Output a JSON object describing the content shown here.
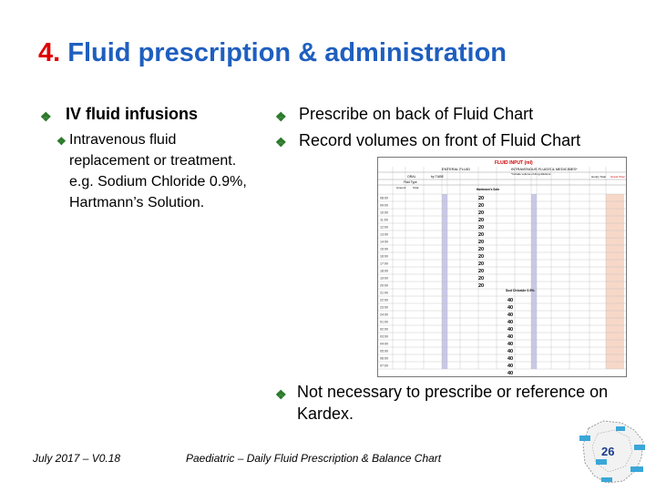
{
  "title": {
    "number": "4.",
    "text": "Fluid prescription & administration"
  },
  "left": {
    "heading": "IV fluid infusions",
    "sub_line1": "Intravenous fluid",
    "sub_line2": "replacement or treatment.",
    "sub_line3": "e.g. Sodium Chloride 0.9%,",
    "sub_line4": "Hartmann’s Solution."
  },
  "right": {
    "b1": "Prescribe on back of Fluid Chart",
    "b2": "Record volumes on front of Fluid Chart",
    "b3_line1": "Not necessary to prescribe or reference on",
    "b3_line2": "Kardex."
  },
  "chart": {
    "title": "FLUID INPUT (ml)",
    "enteral": "ENTERAL FLUID",
    "iv": "INTRAVENOUS FLUIDS & MEDICINES*",
    "iv_sub": "*Include volume of drug dilutions",
    "oral": "ORAL",
    "tube": "by TUBE",
    "fluid_type": "Fluid Type",
    "amount": "Amount",
    "total": "Total",
    "hourly": "Hourly Total",
    "grand": "Grand Total",
    "times": [
      "08:00",
      "09:00",
      "10:00",
      "11:00",
      "12:00",
      "13:00",
      "14:00",
      "15:00",
      "16:00",
      "17:00",
      "18:00",
      "19:00",
      "20:00",
      "21:00",
      "22:00",
      "23:00",
      "24:00",
      "01:00",
      "02:00",
      "03:00",
      "04:00",
      "05:00",
      "06:00",
      "07:00"
    ],
    "col1_label": "Hartmann's Soln",
    "col1_values": [
      "20",
      "20",
      "20",
      "20",
      "20",
      "20",
      "20",
      "20",
      "20",
      "20",
      "20",
      "20",
      "20"
    ],
    "col2_label": "Sod Chloride 0.9%",
    "col2_values": [
      "40",
      "40",
      "40",
      "40",
      "40",
      "40",
      "40",
      "40",
      "40",
      "40",
      "40"
    ]
  },
  "footer": {
    "date": "July 2017 – V0.18",
    "center": "Paediatric – Daily Fluid Prescription & Balance Chart",
    "page": "26"
  }
}
